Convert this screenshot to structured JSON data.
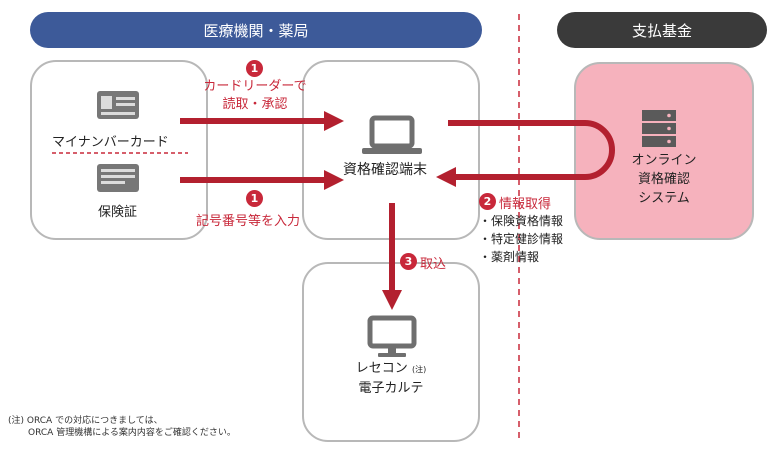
{
  "header_medical": "医療機関・薬局",
  "header_fund": "支払基金",
  "mynumber_card_label": "マイナンバーカード",
  "insurance_card_label": "保険証",
  "terminal_label": "資格確認端末",
  "online_system_lines": [
    "オンライン",
    "資格確認",
    "システム"
  ],
  "receipt_line1": "レセコン",
  "receipt_note_mark": "(注)",
  "receipt_line2": "電子カルテ",
  "step1_card": {
    "num": "1",
    "line1": "カードリーダーで",
    "line2": "読取・承認"
  },
  "step1_input": {
    "num": "1",
    "text": "記号番号等を入力"
  },
  "step2": {
    "num": "2",
    "text": "情報取得"
  },
  "step2_items": [
    "・保険資格情報",
    "・特定健診情報",
    "・薬剤情報"
  ],
  "step3": {
    "num": "3",
    "text": "取込"
  },
  "footnote_line1": "(注) ORCA での対応につきましては、",
  "footnote_line2": "ORCA 管理機構による案内内容をご確認ください。",
  "colors": {
    "accent_red": "#c8283a",
    "header_blue": "#3b5998",
    "header_dark": "#3a3a3a",
    "fund_pink": "#f6b2bd"
  }
}
